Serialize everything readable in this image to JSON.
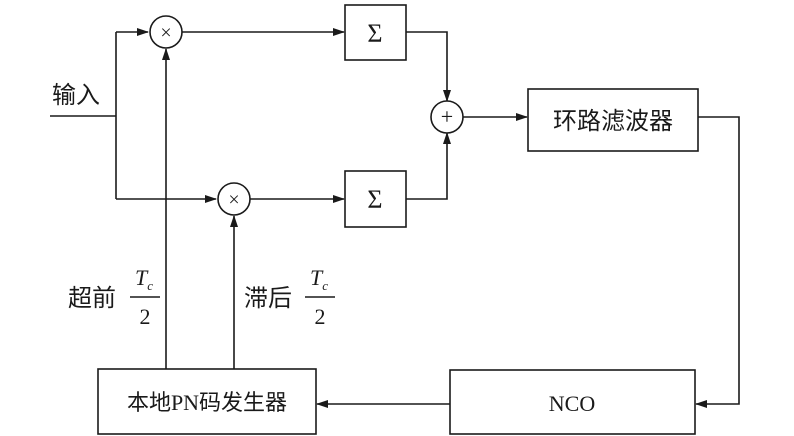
{
  "input_label": "输入",
  "multiplier_symbol": "×",
  "sum_symbol": "Σ",
  "adder_symbol": "+",
  "loop_filter_label": "环路滤波器",
  "nco_label": "NCO",
  "pn_generator_label": "本地PN码发生器",
  "early": {
    "prefix": "超前",
    "numerator": "T",
    "subscript": "c",
    "denominator": "2"
  },
  "late": {
    "prefix": "滞后",
    "numerator": "T",
    "subscript": "c",
    "denominator": "2"
  }
}
